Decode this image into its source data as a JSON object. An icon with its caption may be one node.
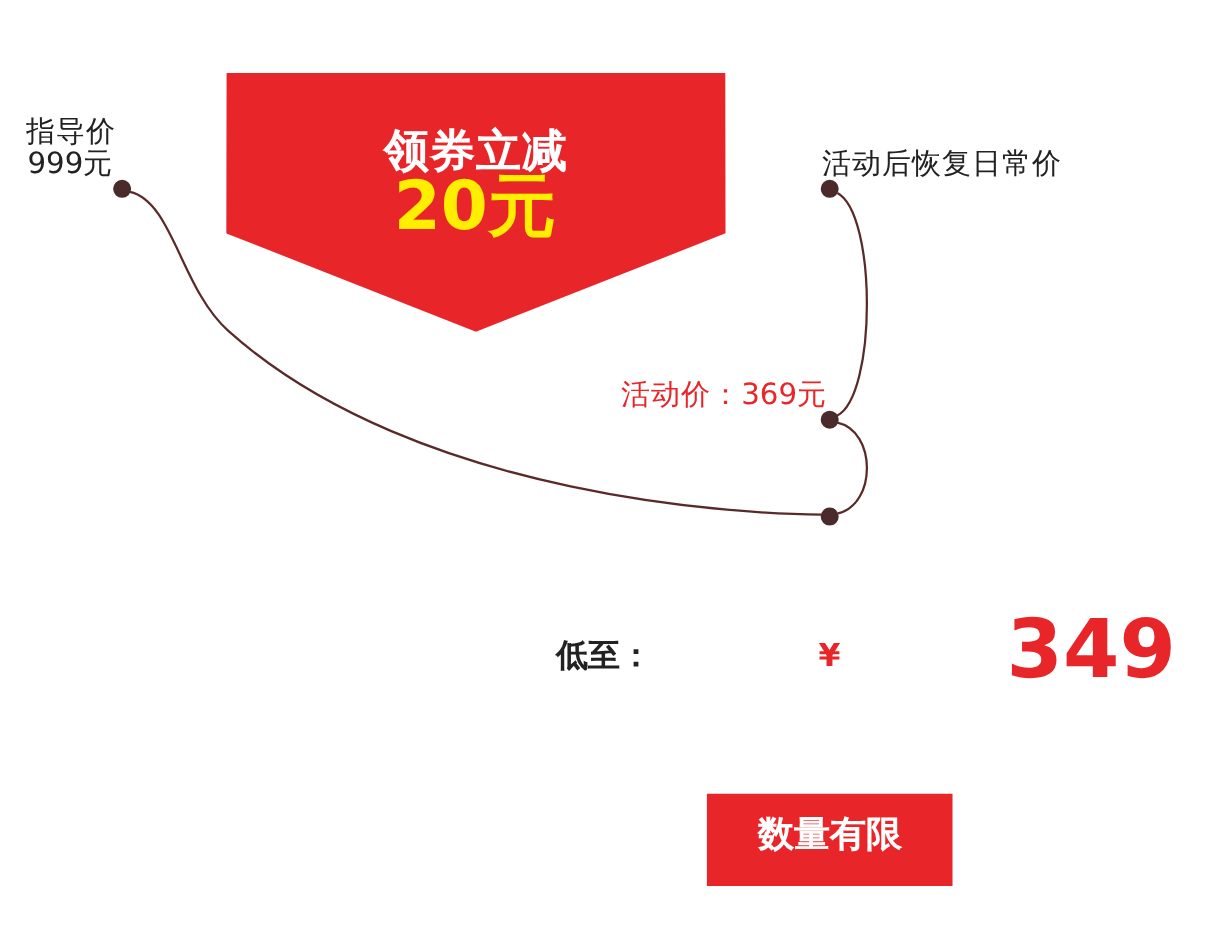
{
  "diagram": {
    "nodes": [
      {
        "text": [],
        "shape": "circle",
        "beside": [
          "指导价",
          "999元"
        ]
      },
      {
        "text": [],
        "shape": "circle"
      },
      {
        "text": [],
        "shape": "circle",
        "beside": [
          "活动价：369元"
        ]
      },
      {
        "text": [],
        "shape": "circle",
        "beside": [
          "活动后恢复日常价"
        ]
      },
      {
        "text": [
          "领券立减",
          "20元"
        ]
      },
      {
        "text": [
          "数量有限"
        ]
      }
    ],
    "edges": [
      {
        "from": 0,
        "to": 1,
        "arrow": "none"
      },
      {
        "from": 1,
        "to": 2,
        "arrow": "none"
      },
      {
        "from": 2,
        "to": 3,
        "arrow": "none"
      }
    ],
    "labels": [
      "低至：",
      "¥",
      "349"
    ]
  }
}
